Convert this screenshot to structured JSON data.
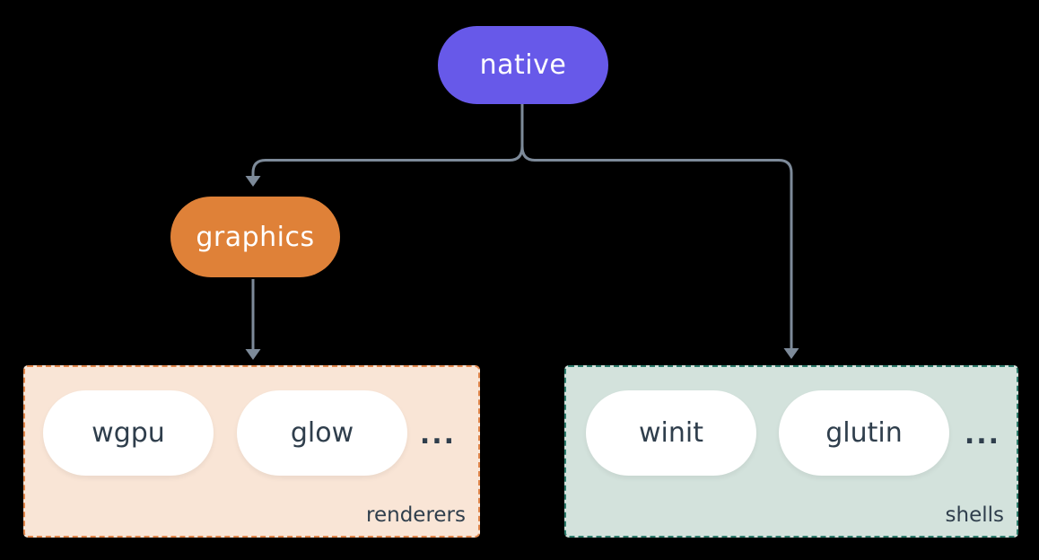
{
  "diagram": {
    "nodes": {
      "native": {
        "label": "native"
      },
      "graphics": {
        "label": "graphics"
      }
    },
    "groups": {
      "renderers": {
        "label": "renderers",
        "items": [
          "wgpu",
          "glow"
        ],
        "ellipsis": "..."
      },
      "shells": {
        "label": "shells",
        "items": [
          "winit",
          "glutin"
        ],
        "ellipsis": "..."
      }
    },
    "edges": [
      {
        "from": "native",
        "to": "graphics"
      },
      {
        "from": "native",
        "to": "shells"
      },
      {
        "from": "graphics",
        "to": "renderers"
      }
    ]
  },
  "colors": {
    "background": "#000000",
    "native_fill": "#6759E9",
    "graphics_fill": "#DF8138",
    "node_text": "#FFFFFF",
    "item_fill": "#FFFFFF",
    "item_text": "#2F3E4C",
    "renderers_fill": "#F9E5D6",
    "renderers_border": "#E0854A",
    "shells_fill": "#D3E2DC",
    "shells_border": "#2E7D6D",
    "edge": "#7D8A99"
  }
}
